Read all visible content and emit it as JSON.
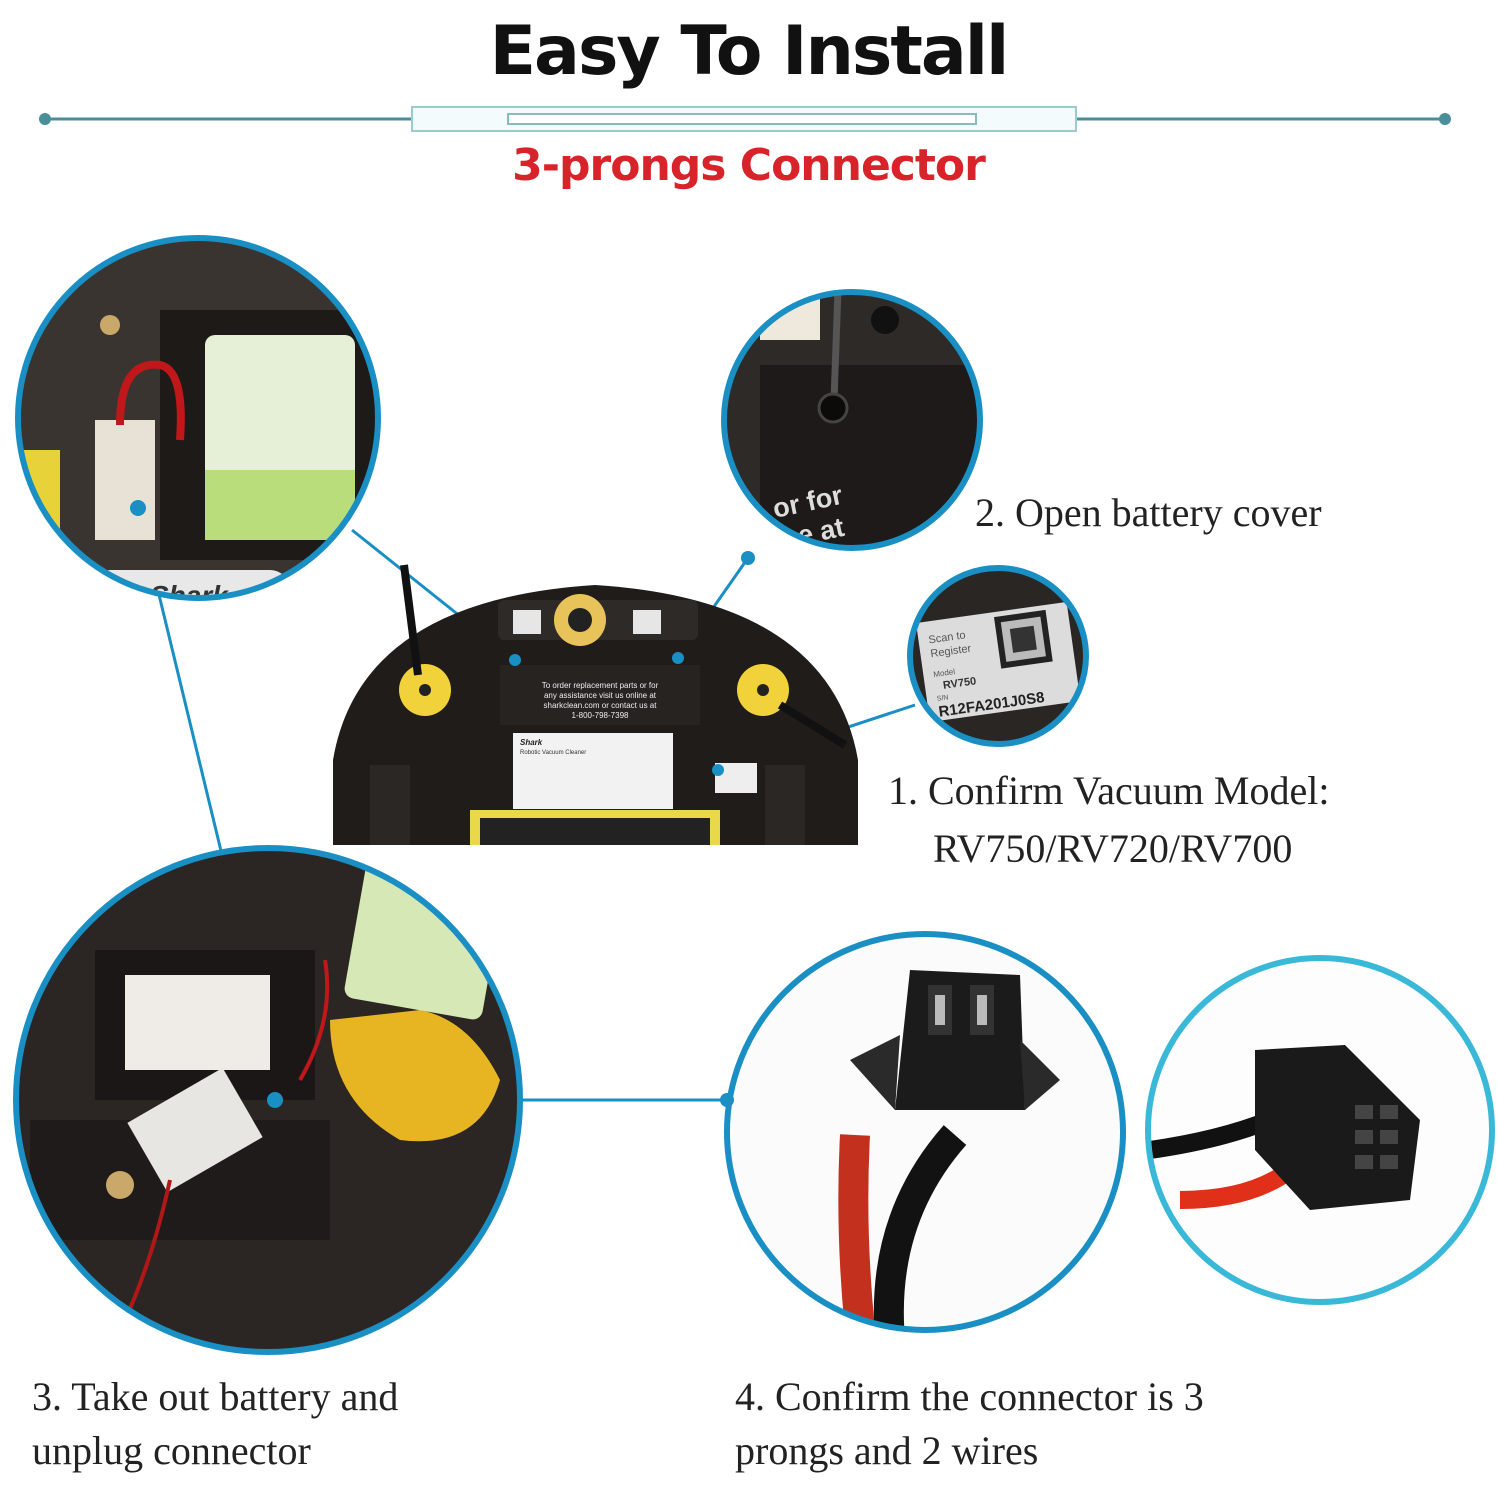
{
  "header": {
    "title": "Easy To Install",
    "subtitle": "3-prongs Connector",
    "accent_color": "#4a8e9a",
    "subtitle_color": "#d8232a"
  },
  "steps": [
    {
      "label": "1. Confirm Vacuum Model:",
      "label2": "RV750/RV720/RV700"
    },
    {
      "label": "2. Open battery cover"
    },
    {
      "label": "3. Take out battery and",
      "label2": "unplug connector"
    },
    {
      "label": "4. Confirm the connector is 3",
      "label2": "prongs and 2 wires"
    }
  ],
  "model_label": {
    "scan": "Scan to",
    "register": "Register",
    "model_caption": "Model",
    "model": "RV750",
    "sn_caption": "S/N",
    "serial": "R12FA201J0S8"
  },
  "robot_label": {
    "line1": "To order replacement parts or for",
    "line2": "any assistance visit us online at",
    "line3": "sharkclean.com or contact us at",
    "line4": "1-800-798-7398",
    "brand": "Shark",
    "product": "Robotic Vacuum Cleaner"
  },
  "cover_text": {
    "line1": "or for",
    "line2": "e at"
  },
  "brand_closeup": "Shark",
  "circle_color": "#1a8fc4",
  "connector_circle_color": "#3ab8d8"
}
